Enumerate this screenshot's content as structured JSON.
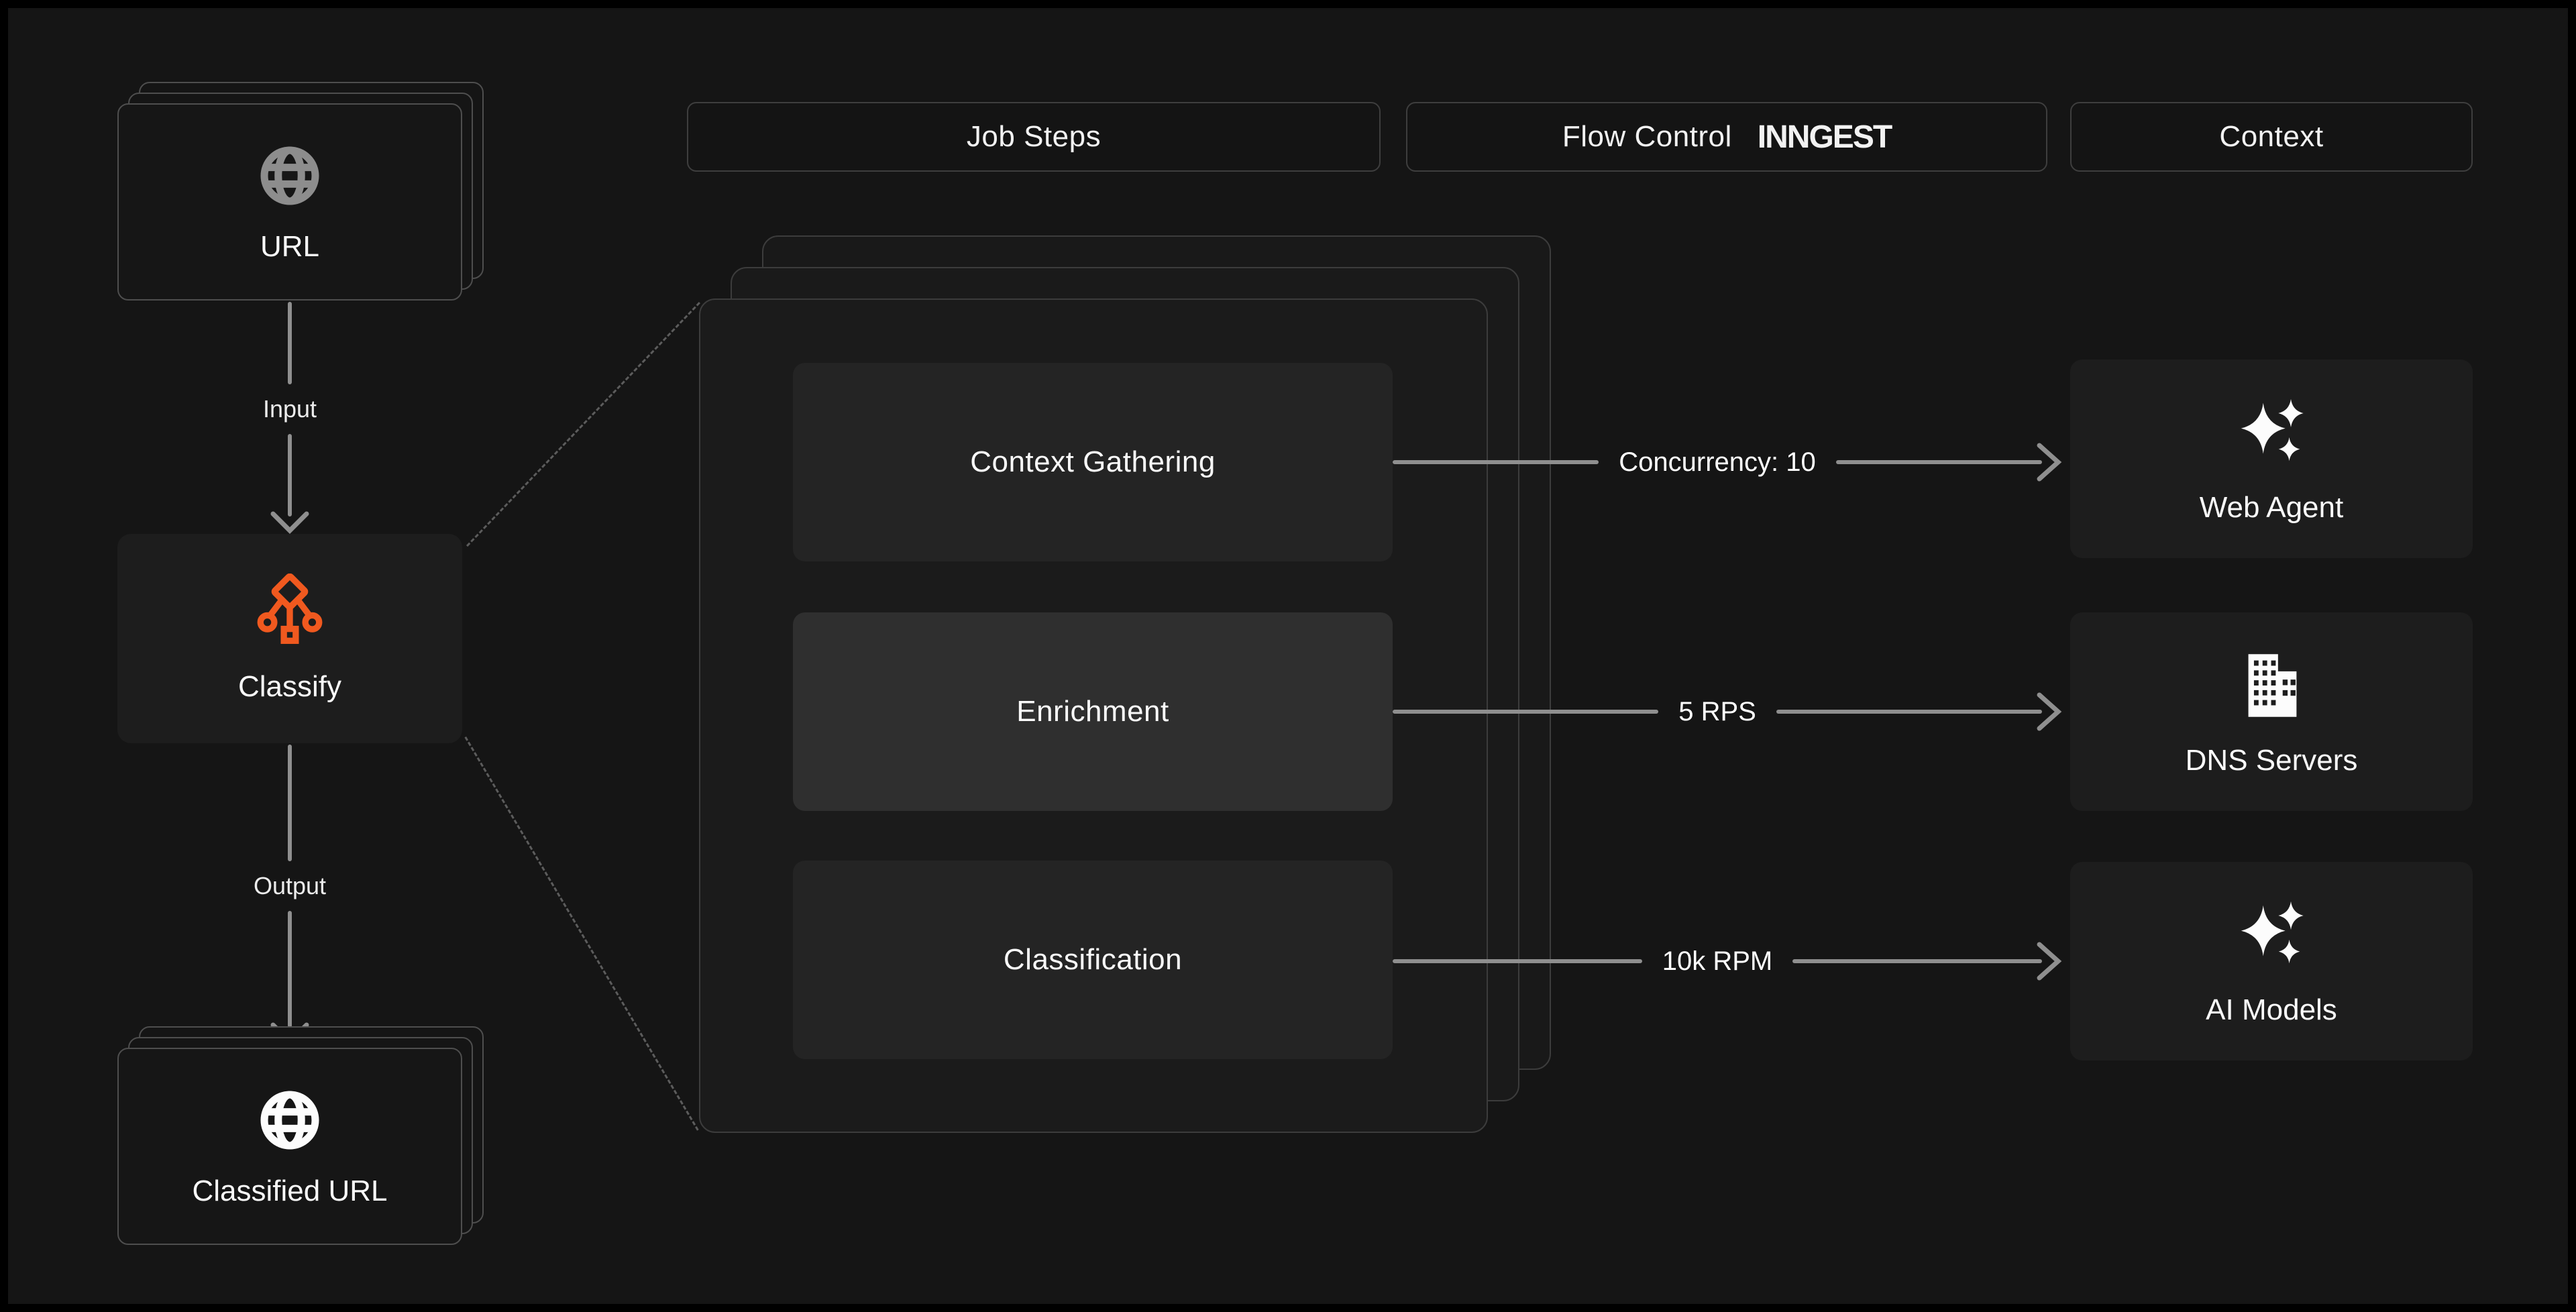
{
  "palette": {
    "background": "#000000",
    "canvas": "#151515",
    "panel_border": "#3d3d3d",
    "card_background": "#1d1d1d",
    "step_background": "#242424",
    "step_highlight": "#2f2f2f",
    "arrow_gray": "#8f8f8f",
    "accent_orange": "#f0591f",
    "text": "#f5f5f5"
  },
  "headers": {
    "job_steps": "Job Steps",
    "flow_control": "Flow Control",
    "brand": "INNGEST",
    "context": "Context"
  },
  "pipeline": {
    "input_card": {
      "label": "URL",
      "icon": "globe-icon"
    },
    "input_arrow_label": "Input",
    "process_card": {
      "label": "Classify",
      "icon": "classify-tree-icon"
    },
    "output_arrow_label": "Output",
    "output_card": {
      "label": "Classified URL",
      "icon": "globe-icon"
    }
  },
  "job_steps": [
    {
      "label": "Context Gathering",
      "flow_label": "Concurrency: 10",
      "context_card": {
        "label": "Web Agent",
        "icon": "sparkles-icon"
      }
    },
    {
      "label": "Enrichment",
      "flow_label": "5 RPS",
      "context_card": {
        "label": "DNS Servers",
        "icon": "building-icon"
      }
    },
    {
      "label": "Classification",
      "flow_label": "10k RPM",
      "context_card": {
        "label": "AI Models",
        "icon": "sparkles-icon"
      }
    }
  ]
}
